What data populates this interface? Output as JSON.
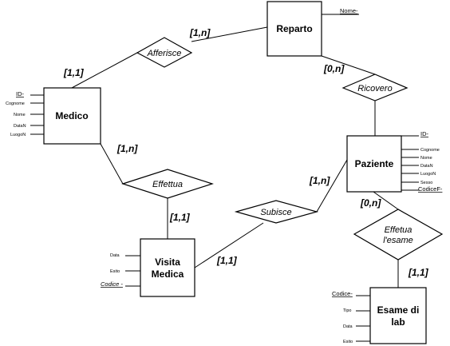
{
  "entities": {
    "reparto": "Reparto",
    "medico": "Medico",
    "paziente": "Paziente",
    "visita_medica": [
      "Visita",
      "Medica"
    ],
    "esame_di_lab": [
      "Esame di",
      "lab"
    ]
  },
  "relationships": {
    "afferisce": "Afferisce",
    "ricovero": "Ricovero",
    "effettua": "Effettua",
    "subisce": "Subisce",
    "effettua_esame": [
      "Effetua",
      "l'esame"
    ]
  },
  "cardinalities": {
    "medico_afferisce": "[1,1]",
    "reparto_afferisce": "[1,n]",
    "reparto_ricovero": "[0,n]",
    "medico_effettua": "[1,n]",
    "visita_effettua": "[1,1]",
    "paziente_subisce": "[1,n]",
    "visita_subisce": "[1,1]",
    "paziente_esame": "[0,n]",
    "esame_effettua": "[1,1]"
  },
  "attributes": {
    "reparto": {
      "key": "Nome-"
    },
    "medico": {
      "key": "ID-",
      "others": [
        "Cognome",
        "Nome",
        "DataN",
        "LuogoN"
      ]
    },
    "paziente": {
      "key": "ID-",
      "others": [
        "Cognome",
        "Nome",
        "DataN",
        "LuogoN",
        "Sesso"
      ],
      "key2": "CodiceF-"
    },
    "visita_medica": {
      "others": [
        "Data",
        "Esito"
      ],
      "key": "Codice -"
    },
    "esame_di_lab": {
      "key": "Codice-",
      "others": [
        "Tipo",
        "Data",
        "Esito"
      ]
    }
  }
}
